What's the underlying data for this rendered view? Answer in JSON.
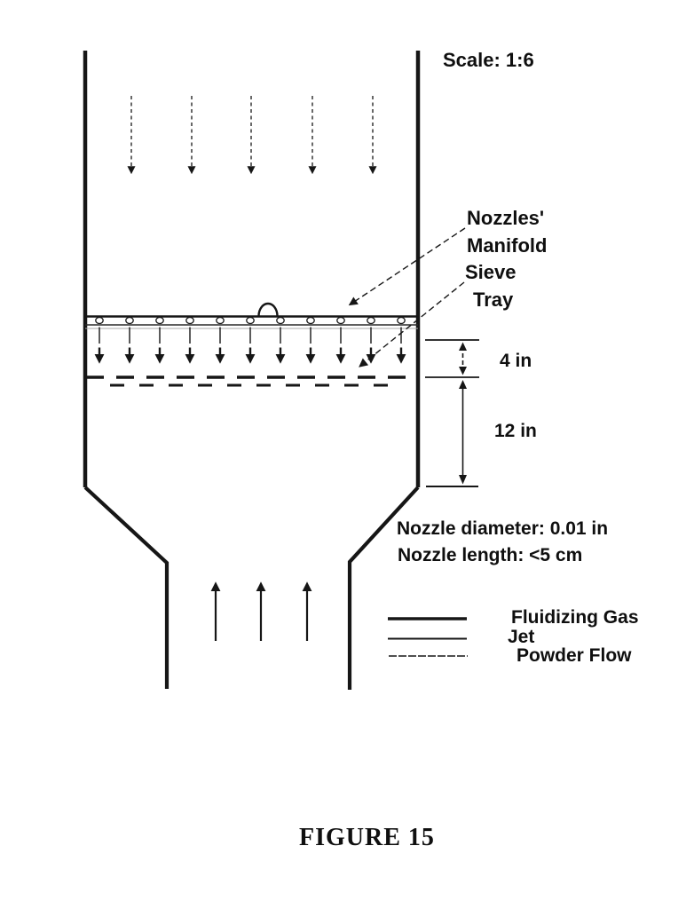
{
  "figure": {
    "scale_label": "Scale: 1:6",
    "caption": "FIGURE 15"
  },
  "annotations": {
    "nozzles_manifold": {
      "line1": "Nozzles'",
      "line2": "Manifold"
    },
    "sieve_tray": {
      "line1": "Sieve",
      "line2": "Tray"
    }
  },
  "dimensions": {
    "jet_zone": "4 in",
    "bed_zone": "12 in"
  },
  "specs": {
    "nozzle_diameter": "Nozzle diameter: 0.01 in",
    "nozzle_length": "Nozzle length: <5 cm"
  },
  "legend": {
    "items": [
      {
        "label": "Fluidizing Gas",
        "line_weight": "thick"
      },
      {
        "label": "Jet",
        "line_weight": "medium"
      },
      {
        "label": "Powder Flow",
        "line_weight": "thin"
      }
    ]
  },
  "colors": {
    "ink": "#161616",
    "background": "#ffffff"
  }
}
